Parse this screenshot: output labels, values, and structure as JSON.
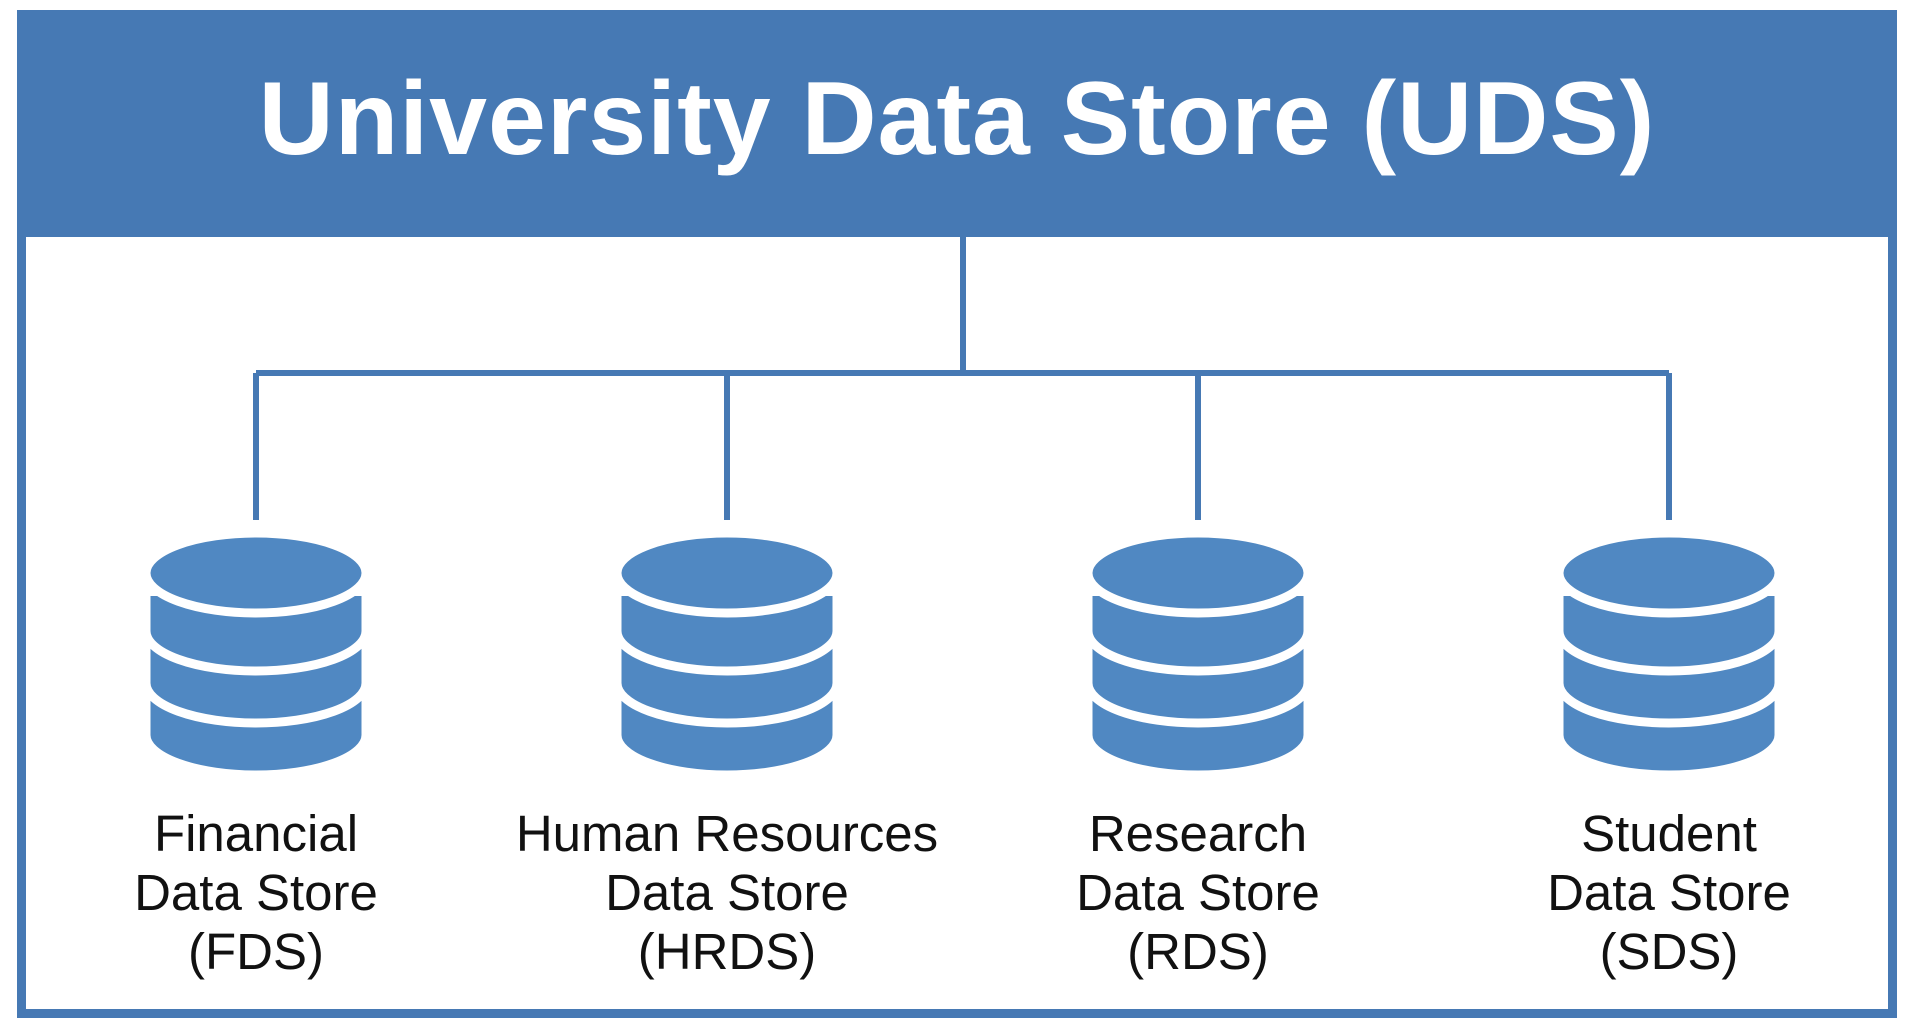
{
  "title": "University Data Store (UDS)",
  "colors": {
    "accent": "#4679b4",
    "database": "#5088c2",
    "text": "#111111",
    "background": "#ffffff"
  },
  "stores": [
    {
      "icon": "database-icon",
      "line1": "Financial",
      "line2": "Data Store",
      "line3": "(FDS)"
    },
    {
      "icon": "database-icon",
      "line1": "Human Resources",
      "line2": "Data Store",
      "line3": "(HRDS)"
    },
    {
      "icon": "database-icon",
      "line1": "Research",
      "line2": "Data Store",
      "line3": "(RDS)"
    },
    {
      "icon": "database-icon",
      "line1": "Student",
      "line2": "Data Store",
      "line3": "(SDS)"
    }
  ]
}
